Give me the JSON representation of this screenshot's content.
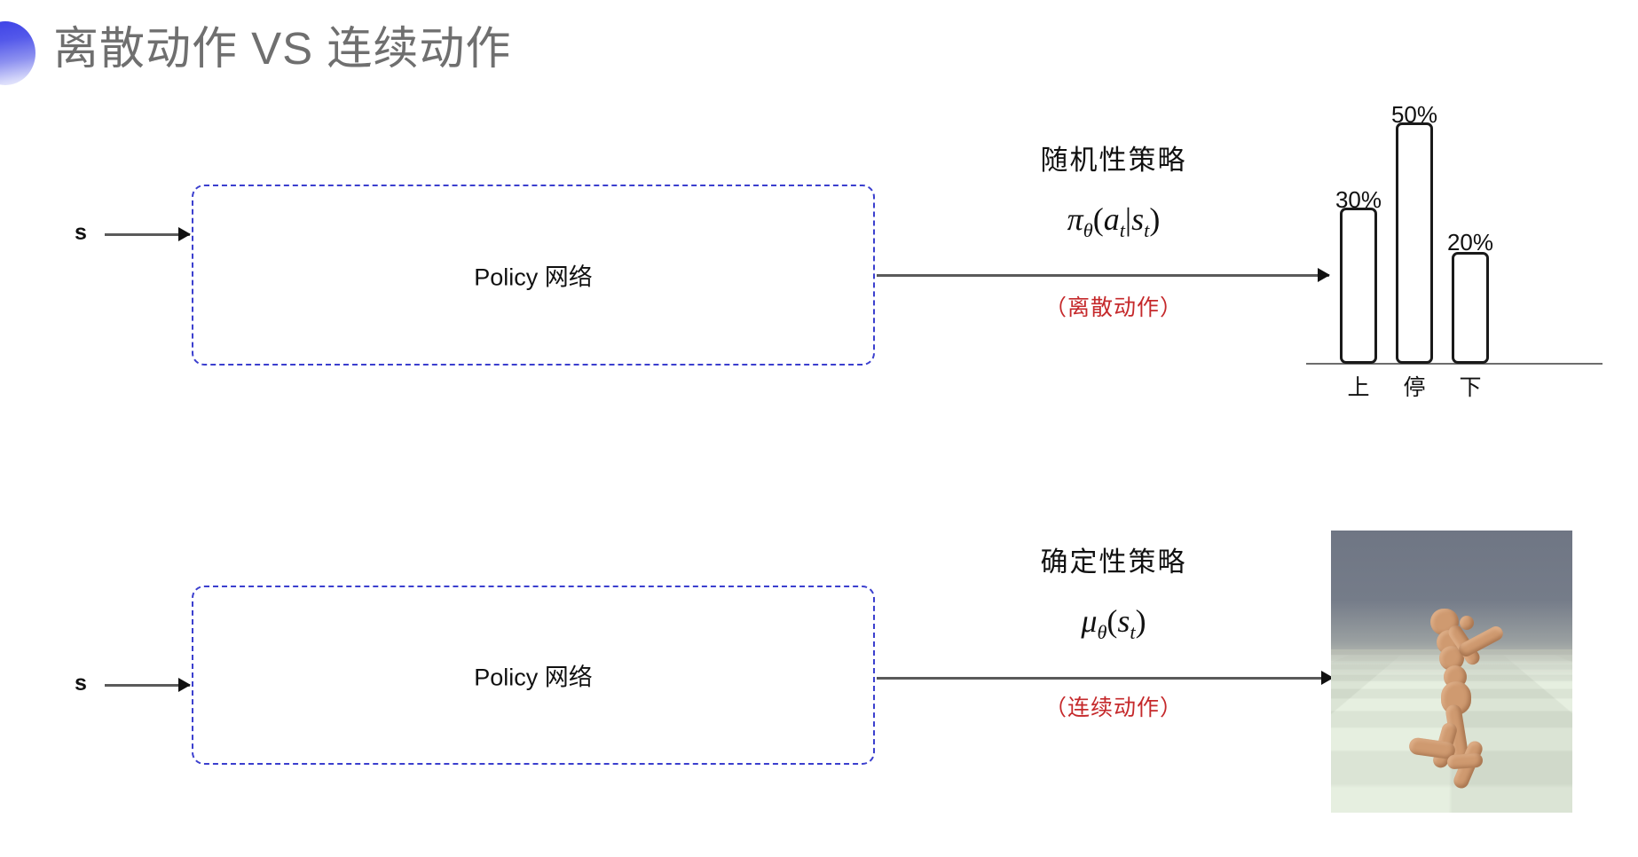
{
  "slide": {
    "title": "离散动作 VS 连续动作",
    "title_color": "#6f6f6f",
    "bullet_icon": "half-circle-gradient-bullet",
    "accent_color": "#3b3fce",
    "note_color": "#c5292b",
    "background": "#ffffff"
  },
  "rows": [
    {
      "id": "discrete",
      "input_label": "s",
      "box_label": "Policy 网络",
      "annotation": {
        "heading": "随机性策略",
        "formula_pi": "π",
        "formula_theta": "θ",
        "formula_open": "(",
        "formula_a": "a",
        "formula_a_sub": "t",
        "formula_bar": "|",
        "formula_s": "s",
        "formula_s_sub": "t",
        "formula_close": ")",
        "note": "（离散动作）"
      }
    },
    {
      "id": "continuous",
      "input_label": "s",
      "box_label": "Policy 网络",
      "annotation": {
        "heading": "确定性策略",
        "formula_mu": "μ",
        "formula_theta": "θ",
        "formula_open": "(",
        "formula_s": "s",
        "formula_s_sub": "t",
        "formula_close": ")",
        "note": "（连续动作）"
      }
    }
  ],
  "chart_data": {
    "type": "bar",
    "title": "",
    "xlabel": "",
    "ylabel": "",
    "categories": [
      "上",
      "停",
      "下"
    ],
    "values": [
      30,
      50,
      20
    ],
    "value_labels": [
      "30%",
      "50%",
      "20%"
    ],
    "ylim": [
      0,
      60
    ],
    "grid": false,
    "legend": false,
    "bar_style": "outlined-rounded",
    "bar_fill": "#ffffff",
    "bar_stroke": "#1a1a1a",
    "axis_color": "#6d6d6d"
  },
  "humanoid": {
    "caption": "",
    "alt_name": "mujoco-humanoid-kneeling-on-checkerboard-floor",
    "sky_color": "#6f7684",
    "floor_light": "#e6efe0",
    "floor_dark": "#0b0b0b",
    "body_color": "#cf9a70"
  }
}
